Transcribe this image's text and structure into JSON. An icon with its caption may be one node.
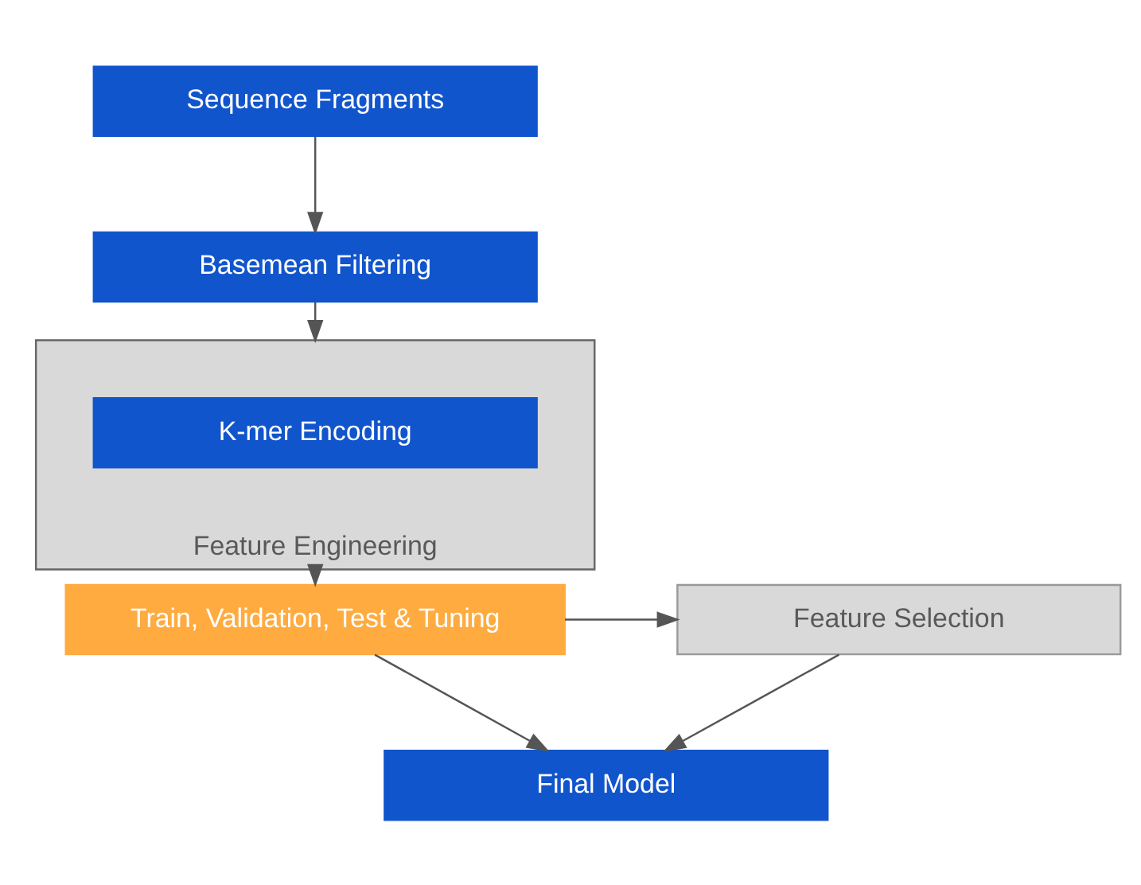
{
  "diagram": {
    "nodes": [
      {
        "text": [
          "Sequence Fragments"
        ]
      },
      {
        "text": [
          "Basemean Filtering"
        ]
      },
      {
        "text": [
          "Feature Engineering"
        ]
      },
      {
        "text": [
          "K-mer Encoding"
        ],
        "in": 2
      },
      {
        "text": [
          "Train, Validation, Test & Tuning"
        ]
      },
      {
        "text": [
          "Feature Selection"
        ]
      },
      {
        "text": [
          "Final Model"
        ]
      }
    ],
    "edges": [
      {
        "from": 0,
        "to": 1,
        "arrow": "to"
      },
      {
        "from": 1,
        "to": 2,
        "arrow": "to"
      },
      {
        "from": 2,
        "to": 4,
        "arrow": "to"
      },
      {
        "from": 4,
        "to": 5,
        "arrow": "to"
      },
      {
        "from": 5,
        "to": 6,
        "arrow": "to"
      },
      {
        "from": 4,
        "to": 6,
        "arrow": "to"
      }
    ]
  }
}
